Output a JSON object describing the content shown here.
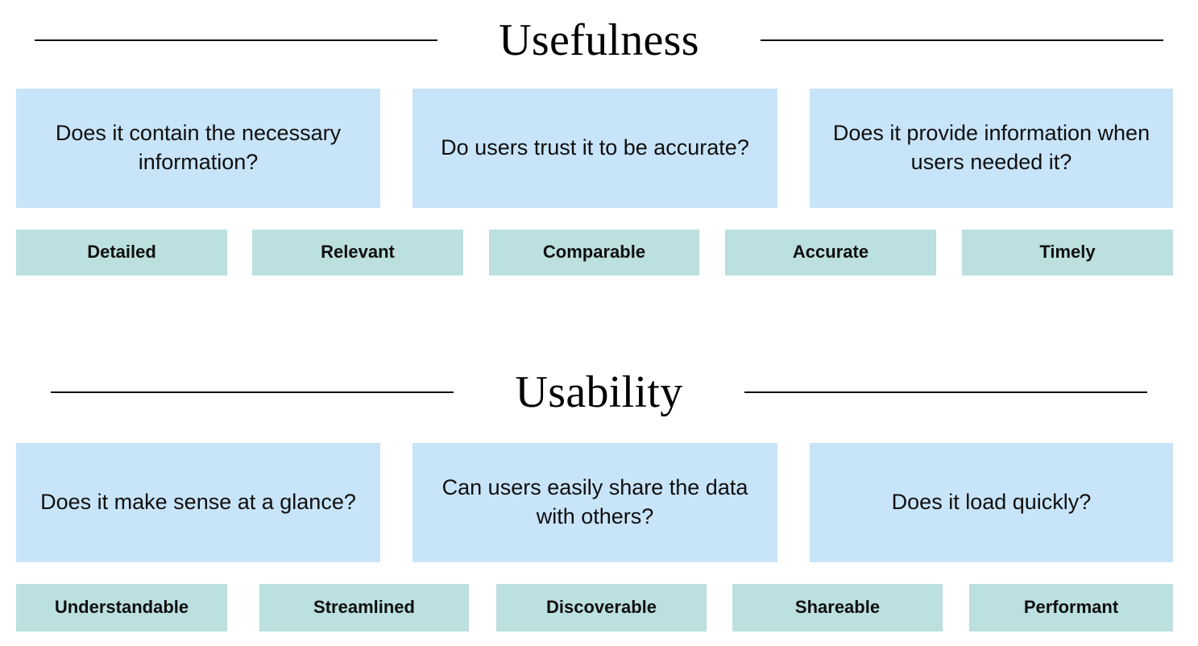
{
  "page": {
    "background_color": "#ffffff",
    "text_color": "#0f0f0f",
    "colors": {
      "question_card": "#c8e4f8",
      "attribute_chip": "#bcdfdf",
      "rule": "#0d0d0d"
    }
  },
  "sections": [
    {
      "id": "usefulness",
      "title": "Usefulness",
      "questions": [
        "Does it contain the necessary information?",
        "Do users trust it to be accurate?",
        "Does it provide information when users needed it?"
      ],
      "attributes": [
        "Detailed",
        "Relevant",
        "Comparable",
        "Accurate",
        "Timely"
      ]
    },
    {
      "id": "usability",
      "title": "Usability",
      "questions": [
        "Does it make sense at a glance?",
        "Can users easily share the data with others?",
        "Does it load quickly?"
      ],
      "attributes": [
        "Understandable",
        "Streamlined",
        "Discoverable",
        "Shareable",
        "Performant"
      ]
    }
  ]
}
